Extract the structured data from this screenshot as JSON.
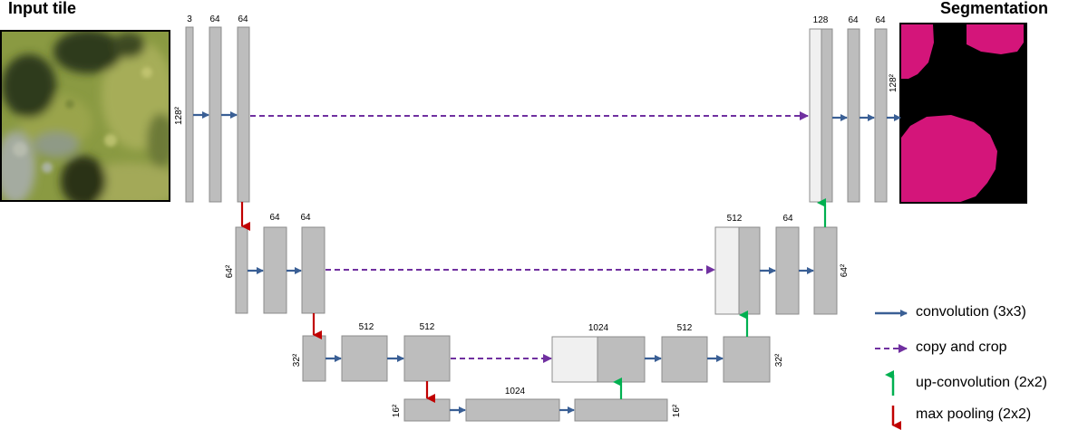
{
  "titles": {
    "input": "Input tile",
    "output": "Segmentation"
  },
  "colors": {
    "conv_arrow": "#3a5f95",
    "copy_arrow": "#7030a0",
    "up_arrow": "#00b050",
    "pool_arrow": "#c00000",
    "feature_map": "#bdbdbd",
    "copied_map": "#f0f0f0",
    "segment_fg": "#d4157a",
    "segment_bg": "#000000"
  },
  "level1": {
    "enc_channels": [
      "3",
      "64",
      "64"
    ],
    "dec_channels": [
      "128",
      "64",
      "64"
    ],
    "size_enc": "128²",
    "size_dec": "128²"
  },
  "level2": {
    "enc_channels": [
      "64",
      "64"
    ],
    "dec_channels": [
      "512",
      "64"
    ],
    "size_enc": "64²",
    "size_dec": "64²"
  },
  "level3": {
    "enc_channels": [
      "512",
      "512"
    ],
    "dec_channels": [
      "1024",
      "512"
    ],
    "size_enc": "32²",
    "size_dec": "32²"
  },
  "level4": {
    "channels": "1024",
    "size_left": "16²",
    "size_right": "16²"
  },
  "legend": [
    {
      "label": "convolution (3x3)",
      "icon": "right-arrow-icon"
    },
    {
      "label": "copy and crop",
      "icon": "dashed-arrow-icon"
    },
    {
      "label": "up-convolution (2x2)",
      "icon": "up-arrow-icon"
    },
    {
      "label": "max pooling (2x2)",
      "icon": "down-arrow-icon"
    }
  ]
}
